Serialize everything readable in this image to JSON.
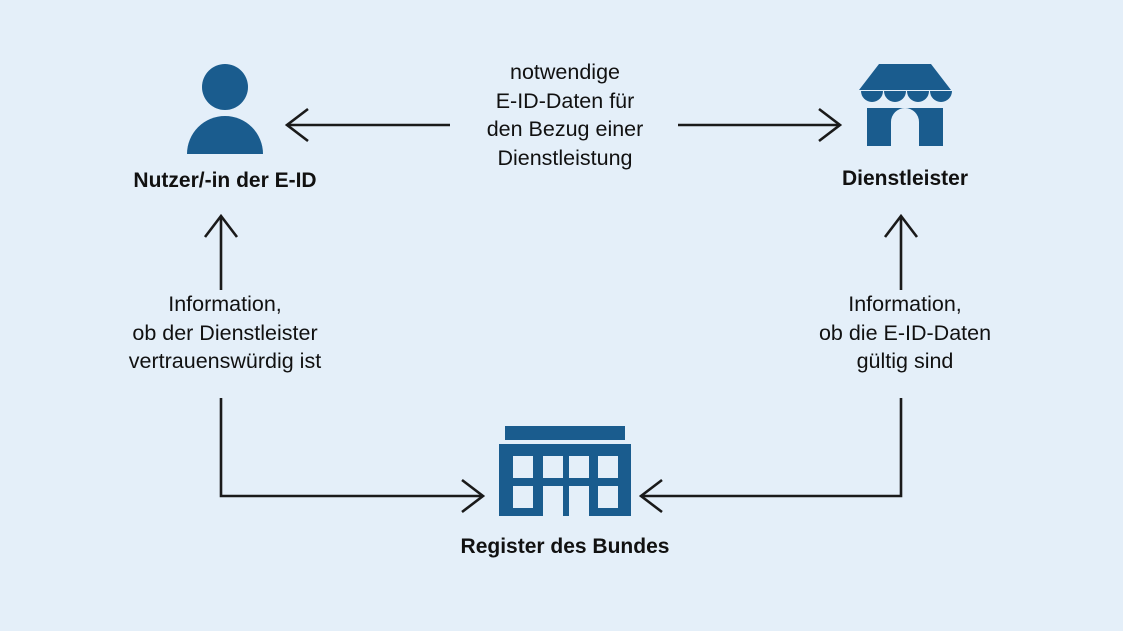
{
  "diagram": {
    "background_color": "#e4eff9",
    "icon_color": "#1a5c8e",
    "text_color": "#111111",
    "arrow_color": "#1a1a1a",
    "nodes": [
      {
        "id": "user",
        "label": "Nutzer/-in der E-ID",
        "icon": "person-icon"
      },
      {
        "id": "provider",
        "label": "Dienstleister",
        "icon": "shop-icon"
      },
      {
        "id": "register",
        "label": "Register des Bundes",
        "icon": "government-building-icon"
      }
    ],
    "edges": [
      {
        "id": "top",
        "label": "notwendige\nE-ID-Daten für\nden Bezug einer\nDienstleistung",
        "from": "provider",
        "to": "user"
      },
      {
        "id": "left",
        "label": "Information,\nob der Dienstleister\nvertrauenswürdig ist",
        "from": "register",
        "to": "user"
      },
      {
        "id": "right",
        "label": "Information,\nob die E-ID-Daten\ngültig sind",
        "from": "register",
        "to": "provider"
      }
    ]
  }
}
